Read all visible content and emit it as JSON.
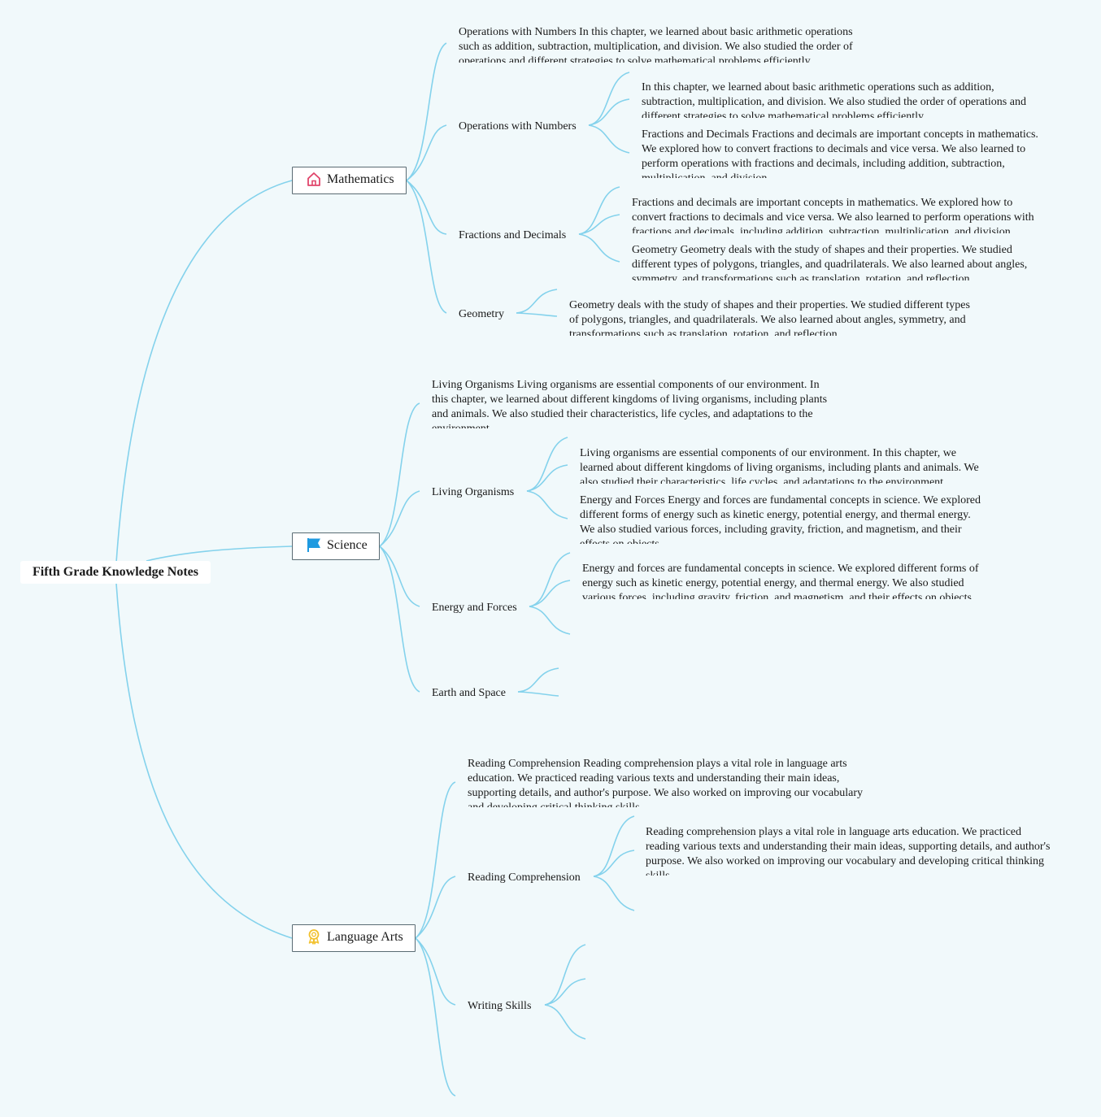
{
  "root": {
    "title": "Fifth Grade Knowledge Notes"
  },
  "colors": {
    "background": "#f1f9fb",
    "edge": "#84d2ec",
    "node_border": "#5a6b73"
  },
  "categories": [
    {
      "label": "Mathematics",
      "icon": "house-icon",
      "icon_color": "#e0456b"
    },
    {
      "label": "Science",
      "icon": "flag-icon",
      "icon_color": "#1f9ae0"
    },
    {
      "label": "Language Arts",
      "icon": "award-ribbon-icon",
      "icon_color": "#f2c12e"
    }
  ],
  "math": {
    "summary": "Operations with Numbers In this chapter, we learned about basic arithmetic operations such as addition, subtraction, multiplication, and division. We also studied the order of operations and different strategies to solve mathematical problems efficiently.",
    "topics": [
      {
        "label": "Operations with Numbers",
        "notes": [
          "In this chapter, we learned about basic arithmetic operations such as addition, subtraction, multiplication, and division. We also studied the order of operations and different strategies to solve mathematical problems efficiently.",
          "Fractions and Decimals Fractions and decimals are important concepts in mathematics. We explored how to convert fractions to decimals and vice versa. We also learned to perform operations with fractions and decimals, including addition, subtraction, multiplication, and division."
        ]
      },
      {
        "label": "Fractions and Decimals",
        "notes": [
          "Fractions and decimals are important concepts in mathematics. We explored how to convert fractions to decimals and vice versa. We also learned to perform operations with fractions and decimals, including addition, subtraction, multiplication, and division.",
          "Geometry Geometry deals with the study of shapes and their properties. We studied different types of polygons, triangles, and quadrilaterals. We also learned about angles, symmetry, and transformations such as translation, rotation, and reflection."
        ]
      },
      {
        "label": "Geometry",
        "notes": [
          "Geometry deals with the study of shapes and their properties. We studied different types of polygons, triangles, and quadrilaterals. We also learned about angles, symmetry, and transformations such as translation, rotation, and reflection."
        ]
      }
    ]
  },
  "science": {
    "summary": "Living Organisms Living organisms are essential components of our environment. In this chapter, we learned about different kingdoms of living organisms, including plants and animals. We also studied their characteristics, life cycles, and adaptations to the environment.",
    "topics": [
      {
        "label": "Living Organisms",
        "notes": [
          "Living organisms are essential components of our environment. In this chapter, we learned about different kingdoms of living organisms, including plants and animals. We also studied their characteristics, life cycles, and adaptations to the environment.",
          "Energy and Forces Energy and forces are fundamental concepts in science. We explored different forms of energy such as kinetic energy, potential energy, and thermal energy. We also studied various forces, including gravity, friction, and magnetism, and their effects on objects."
        ]
      },
      {
        "label": "Energy and Forces",
        "notes": [
          "Energy and forces are fundamental concepts in science. We explored different forms of energy such as kinetic energy, potential energy, and thermal energy. We also studied various forces, including gravity, friction, and magnetism, and their effects on objects."
        ]
      },
      {
        "label": "Earth and Space",
        "notes": []
      }
    ]
  },
  "language": {
    "summary": "Reading Comprehension Reading comprehension plays a vital role in language arts education. We practiced reading various texts and understanding their main ideas, supporting details, and author's purpose. We also worked on improving our vocabulary and developing critical thinking skills.",
    "topics": [
      {
        "label": "Reading Comprehension",
        "notes": [
          "Reading comprehension plays a vital role in language arts education. We practiced reading various texts and understanding their main ideas, supporting details, and author's purpose. We also worked on improving our vocabulary and developing critical thinking skills."
        ]
      },
      {
        "label": "Writing Skills",
        "notes": []
      }
    ]
  }
}
